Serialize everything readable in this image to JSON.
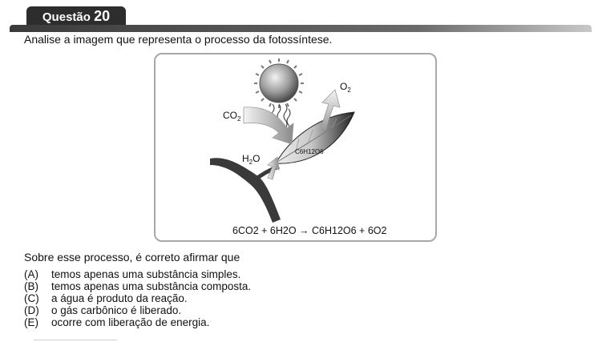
{
  "header": {
    "prefix": "Questão",
    "number": "20"
  },
  "intro": "Analise a imagem que representa o processo da fotossíntese.",
  "figure": {
    "o2": "O",
    "o2_sub": "2",
    "co2": "CO",
    "co2_sub": "2",
    "h2o_h": "H",
    "h2o_sub": "2",
    "h2o_o": "O",
    "glucose": "C6H12O6",
    "equation": "6CO2 + 6H2O → C6H12O6 + 6O2"
  },
  "stem": "Sobre esse processo, é correto afirmar que",
  "options": [
    {
      "letter": "(A)",
      "text": "temos apenas uma substância simples."
    },
    {
      "letter": "(B)",
      "text": "temos apenas uma substância composta."
    },
    {
      "letter": "(C)",
      "text": "a água é produto da reação."
    },
    {
      "letter": "(D)",
      "text": "o gás carbônico é liberado."
    },
    {
      "letter": "(E)",
      "text": "ocorre com liberação de energia."
    }
  ]
}
